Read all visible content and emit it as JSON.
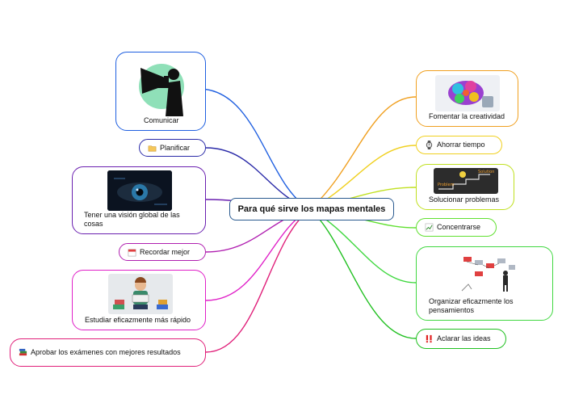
{
  "central": {
    "title": "Para qué sirve los mapas mentales"
  },
  "left": [
    {
      "label": "Comunicar",
      "color": "#1f5fe0",
      "image": "megaphone-silhouette"
    },
    {
      "label": "Planificar",
      "color": "#2a2aa8",
      "icon": "folder-icon"
    },
    {
      "label": "Tener una visión global de las cosas",
      "color": "#6a1fb0",
      "image": "eye-closeup"
    },
    {
      "label": "Recordar mejor",
      "color": "#b01fb0",
      "icon": "calendar-icon"
    },
    {
      "label": "Estudiar eficazmente más rápido",
      "color": "#e020c8",
      "image": "student-reading-books"
    },
    {
      "label": "Aprobar los exámenes con mejores resultados",
      "color": "#e0207a",
      "icon": "books-icon"
    }
  ],
  "right": [
    {
      "label": "Fomentar la creatividad",
      "color": "#f0a020",
      "image": "colorful-brain"
    },
    {
      "label": "Ahorrar tiempo",
      "color": "#f0d020",
      "icon": "watch-icon"
    },
    {
      "label": "Solucionar problemas",
      "color": "#c0e020",
      "image": "problem-solution-chalkboard"
    },
    {
      "label": "Concentrarse",
      "color": "#60e030",
      "icon": "chart-icon"
    },
    {
      "label": "Organizar eficazmente los pensamientos",
      "color": "#40d840",
      "image": "people-organizing-board"
    },
    {
      "label": "Aclarar las ideas",
      "color": "#20c020",
      "icon": "double-exclamation-icon"
    }
  ]
}
